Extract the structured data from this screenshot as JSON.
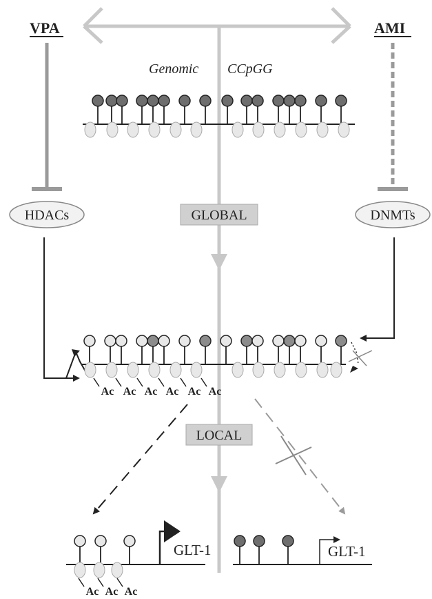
{
  "labels": {
    "vpa": "VPA",
    "ami": "AMI",
    "genomic": "Genomic",
    "ccpgg": "CCpGG",
    "hdacs": "HDACs",
    "dnmts": "DNMTs",
    "global": "GLOBAL",
    "local": "LOCAL",
    "glt1_left": "GLT-1",
    "glt1_right": "GLT-1",
    "ac": "Ac"
  },
  "colors": {
    "line_gray": "#c8c8c8",
    "inhibitor_gray": "#9a9a9a",
    "dark_circle": "#6e6e6e",
    "mid_circle": "#8c8c8c",
    "light_circle": "#e8e8e8",
    "box_fill": "#d0d0d0",
    "ink": "#222222"
  }
}
